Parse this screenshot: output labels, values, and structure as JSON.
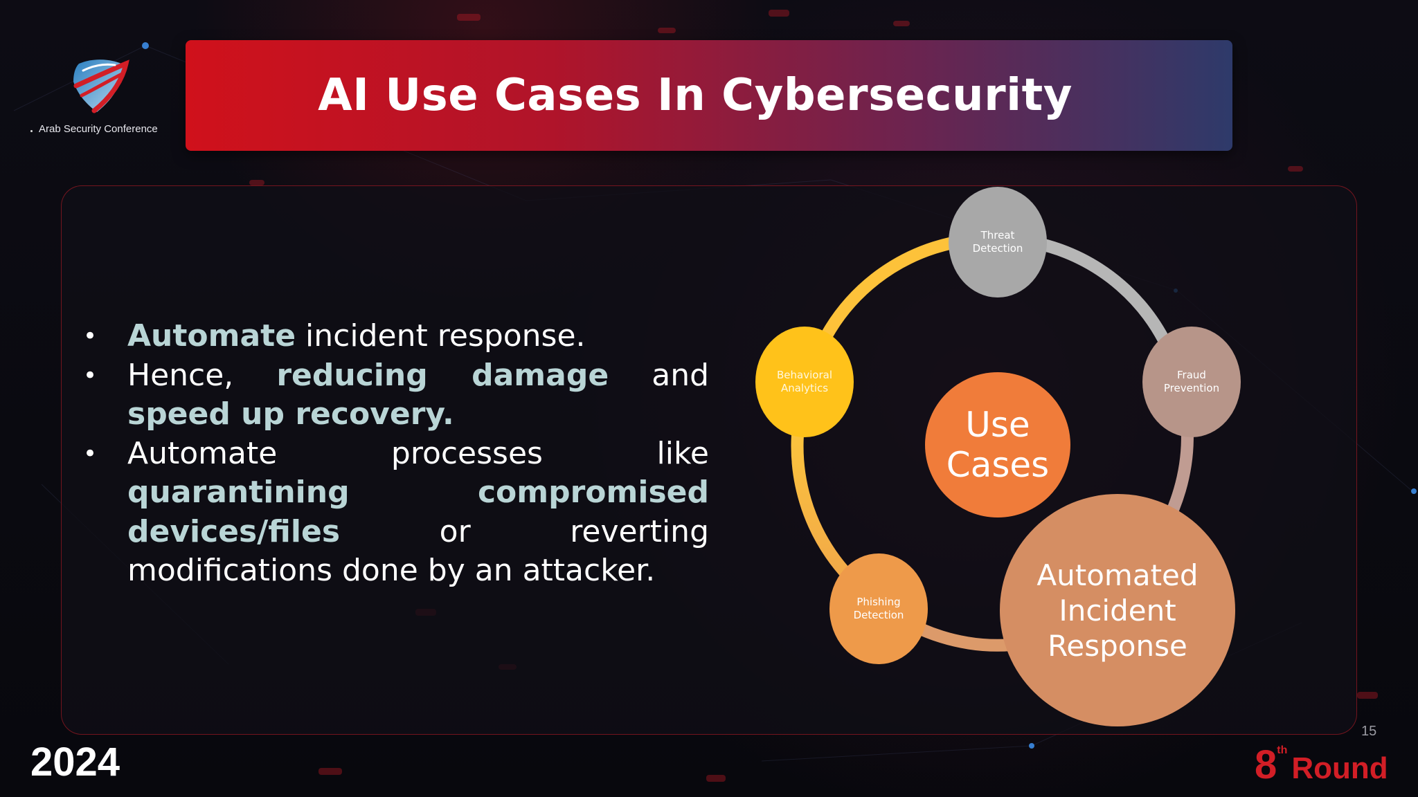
{
  "header": {
    "brand": "Arab Security Conference",
    "title": "AI Use Cases In Cybersecurity"
  },
  "content": {
    "bullet_marker": "•",
    "bullets": [
      [
        {
          "text": "Automate",
          "highlight": true
        },
        {
          "text": " incident response.",
          "highlight": false
        }
      ],
      [
        {
          "text": "Hence, ",
          "highlight": false
        },
        {
          "text": "reducing damage",
          "highlight": true
        },
        {
          "text": " and ",
          "highlight": false
        },
        {
          "text": "speed up recovery.",
          "highlight": true
        }
      ],
      [
        {
          "text": "Automate processes like ",
          "highlight": false
        },
        {
          "text": "quarantining compromised devices/files",
          "highlight": true
        },
        {
          "text": " or reverting modifications done by an attacker.",
          "highlight": false
        }
      ]
    ]
  },
  "diagram": {
    "center": {
      "line1": "Use",
      "line2": "Cases"
    },
    "nodes": [
      {
        "lines": [
          "Threat",
          "Detection"
        ]
      },
      {
        "lines": [
          "Fraud",
          "Prevention"
        ]
      },
      {
        "lines": [
          "Automated",
          "Incident",
          "Response"
        ]
      },
      {
        "lines": [
          "Phishing",
          "Detection"
        ]
      },
      {
        "lines": [
          "Behavioral",
          "Analytics"
        ]
      }
    ]
  },
  "footer": {
    "year": "2024",
    "page_number": "15",
    "round_number": "8",
    "round_suffix": "th",
    "round_word": "Round"
  },
  "colors": {
    "highlight": "#b9d5d6",
    "threat": "#a8a8a8",
    "fraud": "#b79589",
    "automated": "#d58e63",
    "phishing": "#ee9a4a",
    "behavioral": "#ffc21a",
    "center": "#f07c3a",
    "brand_red": "#d21e26"
  }
}
